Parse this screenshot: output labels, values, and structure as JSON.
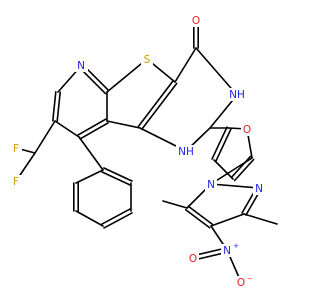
{
  "colors": {
    "bond": "#000000",
    "N": "#1f1fe6",
    "O": "#e61f1f",
    "S": "#c8a200",
    "F": "#c8a200",
    "H": "#000000",
    "background": "#ffffff"
  },
  "atoms": {
    "F1": "F",
    "F2": "F",
    "N_py": "N",
    "S": "S",
    "O_ket": "O",
    "NH_3": "NH",
    "NH_1": "NH",
    "O_fur": "O",
    "N_pz1": "N",
    "N_pz2": "N",
    "N_nitro": "N",
    "O_nitro1": "O",
    "O_nitro2": "O"
  },
  "charges": {
    "plus": "+",
    "minus": "−"
  }
}
